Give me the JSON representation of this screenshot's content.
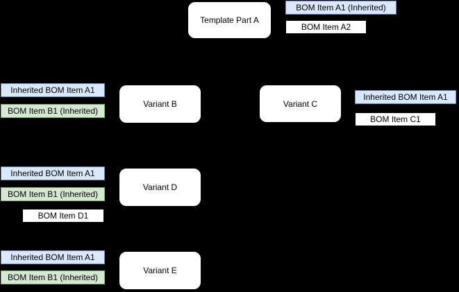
{
  "diagram": {
    "background_color": "#000000",
    "colors": {
      "node_fill": "#ffffff",
      "node_border": "#000000",
      "inherited_blue_fill": "#dae8fc",
      "inherited_blue_border": "#6c8ebf",
      "inherited_green_fill": "#d5e8d4",
      "inherited_green_border": "#82b366",
      "own_item_fill": "#ffffff",
      "own_item_border": "#000000",
      "text_color": "#000000"
    },
    "nodes": [
      {
        "id": "template-part-a",
        "label": "Template Part A"
      },
      {
        "id": "variant-b",
        "label": "Variant B"
      },
      {
        "id": "variant-c",
        "label": "Variant C"
      },
      {
        "id": "variant-d",
        "label": "Variant D"
      },
      {
        "id": "variant-e",
        "label": "Variant E"
      }
    ],
    "labels": [
      {
        "attached_to": "template-part-a",
        "text": "BOM Item A1 (Inherited)",
        "type": "inherited-blue"
      },
      {
        "attached_to": "template-part-a",
        "text": "BOM Item A2",
        "type": "own-white"
      },
      {
        "attached_to": "variant-b",
        "text": "Inherited BOM Item A1",
        "type": "inherited-blue"
      },
      {
        "attached_to": "variant-b",
        "text": "BOM Item B1 (Inherited)",
        "type": "inherited-green"
      },
      {
        "attached_to": "variant-c",
        "text": "Inherited BOM Item A1",
        "type": "inherited-blue"
      },
      {
        "attached_to": "variant-c",
        "text": "BOM Item C1",
        "type": "own-white"
      },
      {
        "attached_to": "variant-d",
        "text": "Inherited BOM Item A1",
        "type": "inherited-blue"
      },
      {
        "attached_to": "variant-d",
        "text": "BOM Item B1 (Inherited)",
        "type": "inherited-green"
      },
      {
        "attached_to": "variant-d",
        "text": "BOM Item D1",
        "type": "own-white"
      },
      {
        "attached_to": "variant-e",
        "text": "Inherited BOM Item A1",
        "type": "inherited-blue"
      },
      {
        "attached_to": "variant-e",
        "text": "BOM Item B1 (Inherited)",
        "type": "inherited-green"
      }
    ]
  }
}
